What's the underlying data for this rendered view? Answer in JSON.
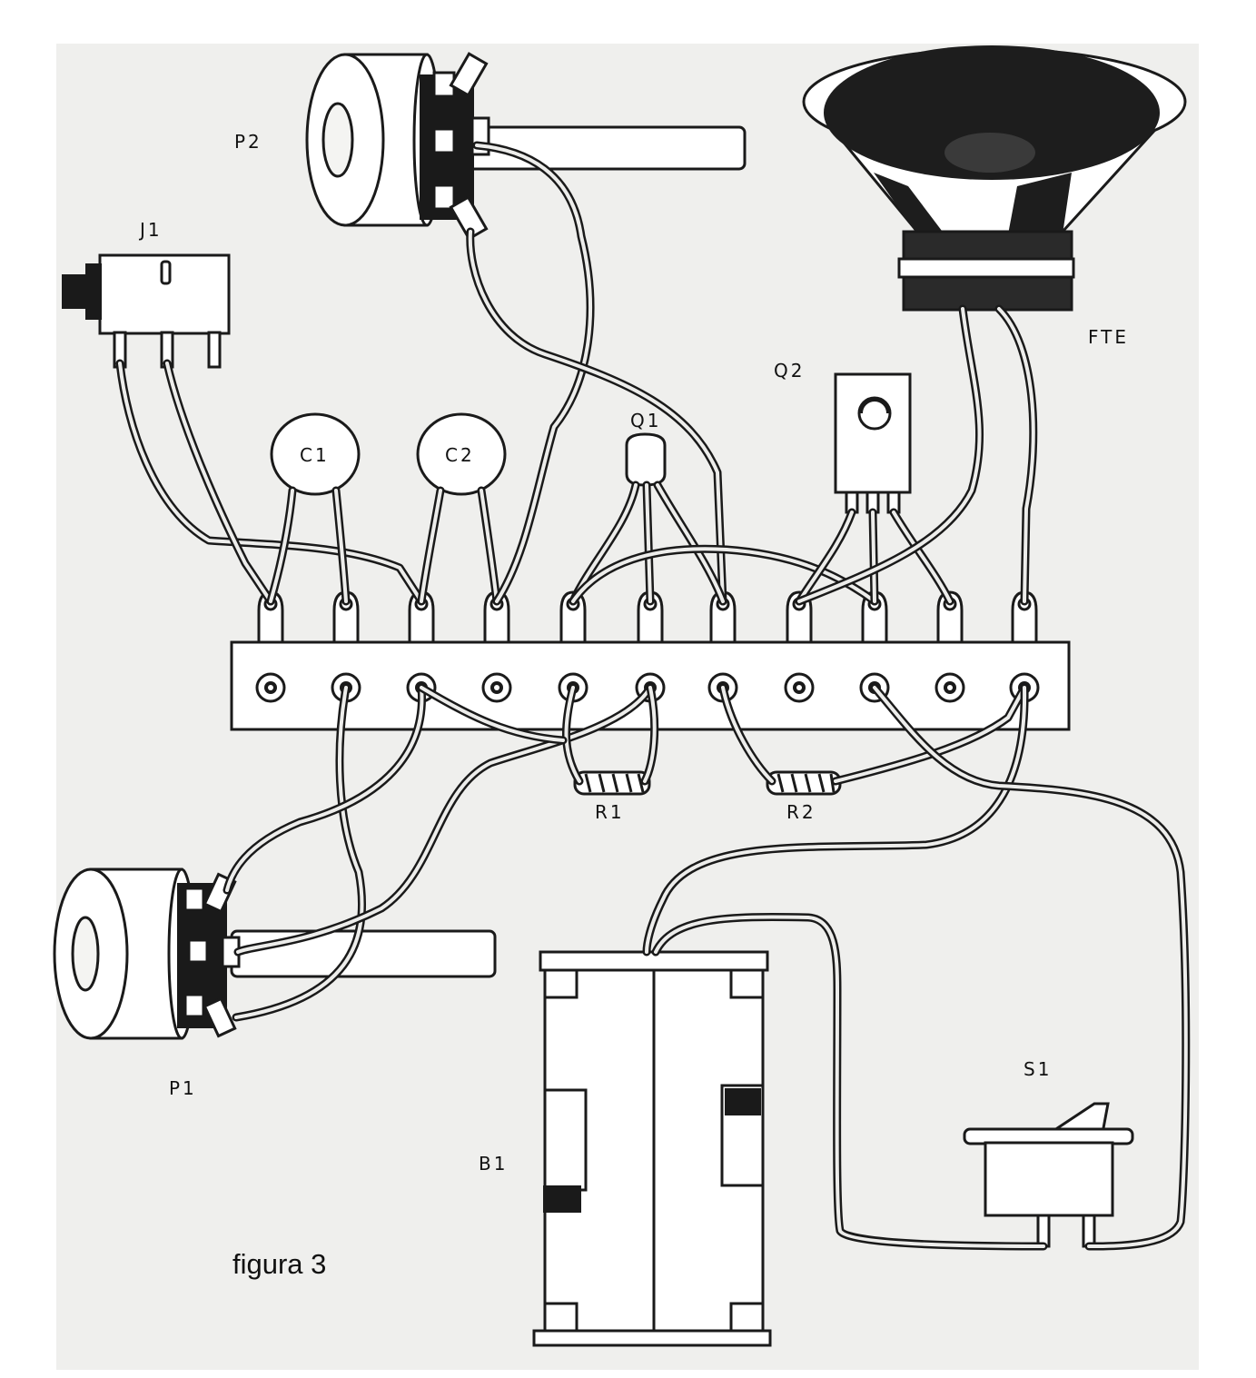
{
  "figure": {
    "caption": "figura 3",
    "components": {
      "P2": "P2",
      "J1": "J1",
      "C1": "C1",
      "C2": "C2",
      "Q1": "Q1",
      "Q2": "Q2",
      "FTE": "FTE",
      "R1": "R1",
      "R2": "R2",
      "P1": "P1",
      "B1": "B1",
      "S1": "S1"
    }
  }
}
